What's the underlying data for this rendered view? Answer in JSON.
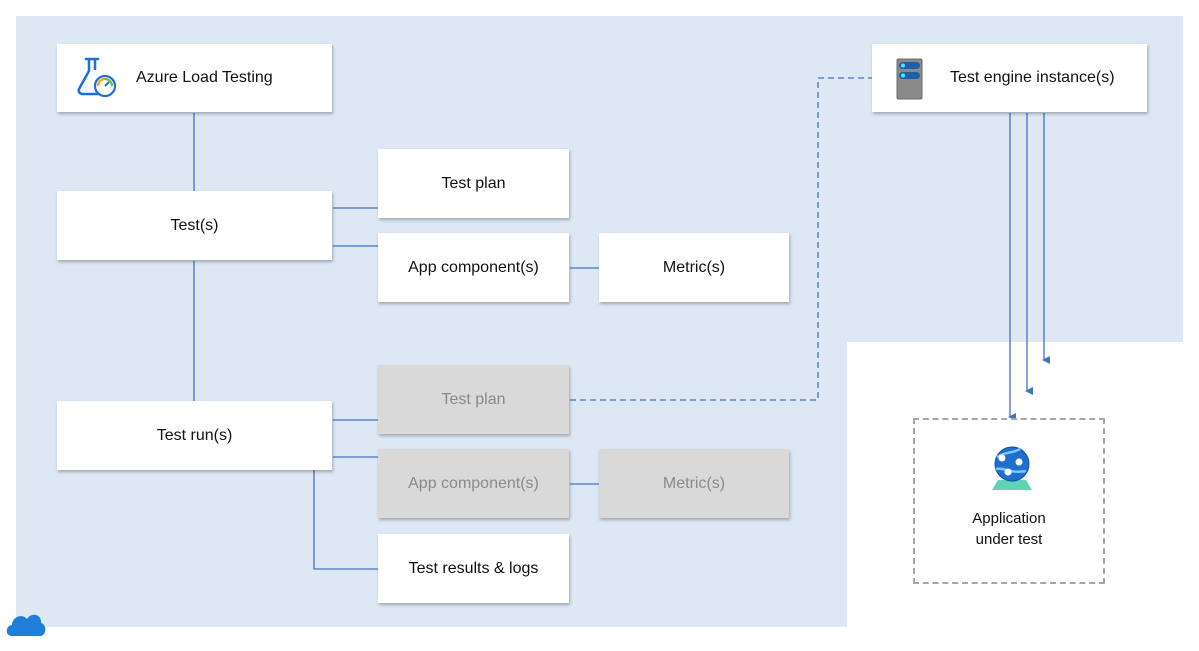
{
  "nodes": {
    "azure_load_testing": "Azure Load Testing",
    "tests": "Test(s)",
    "test_plan": "Test plan",
    "app_components": "App component(s)",
    "metrics": "Metric(s)",
    "test_runs": "Test run(s)",
    "run_test_plan": "Test plan",
    "run_app_components": "App component(s)",
    "run_metrics": "Metric(s)",
    "test_results_logs": "Test results & logs",
    "test_engine_instances": "Test engine instance(s)",
    "application_under_test_line1": "Application",
    "application_under_test_line2": "under test"
  },
  "icons": {
    "service": "azure-load-testing-flask-icon",
    "engine": "server-icon",
    "application": "web-app-globe-icon",
    "container": "cloud-icon"
  },
  "colors": {
    "panel_background": "#dde8f4",
    "connector": "#4472c4",
    "inactive_box": "#d9d9d9",
    "inactive_text": "#8a8a8a",
    "dashed_border": "#a6a6a6"
  }
}
